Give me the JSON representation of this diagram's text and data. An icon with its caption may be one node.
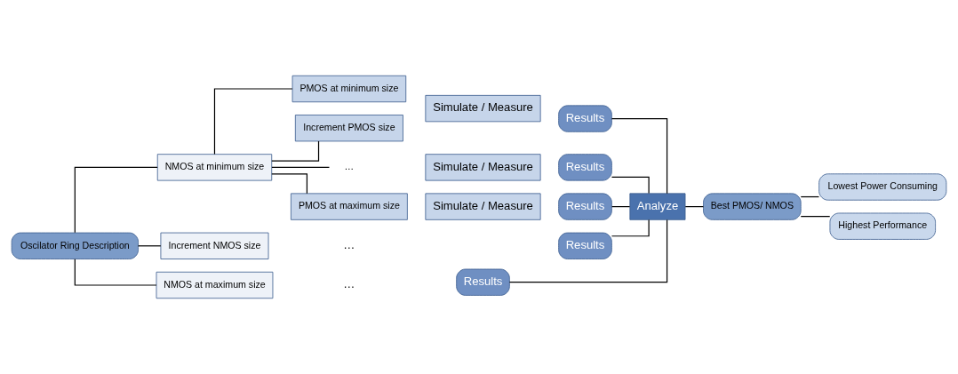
{
  "diagram": {
    "nodes": [
      {
        "text": [
          "Oscilator Ring Description"
        ]
      },
      {
        "text": [
          "NMOS at minimum size"
        ]
      },
      {
        "text": [
          "Increment NMOS size"
        ]
      },
      {
        "text": [
          "NMOS at maximum size"
        ]
      },
      {
        "text": [
          "PMOS at minimum size"
        ]
      },
      {
        "text": [
          "Increment PMOS size"
        ]
      },
      {
        "text": [
          "…"
        ]
      },
      {
        "text": [
          "PMOS at maximum size"
        ]
      },
      {
        "text": [
          "Simulate / Measure"
        ]
      },
      {
        "text": [
          "Simulate / Measure"
        ]
      },
      {
        "text": [
          "Simulate / Measure"
        ]
      },
      {
        "text": [
          "Results"
        ]
      },
      {
        "text": [
          "Results"
        ]
      },
      {
        "text": [
          "Results"
        ]
      },
      {
        "text": [
          "Results"
        ]
      },
      {
        "text": [
          "Results"
        ]
      },
      {
        "text": [
          "Analyze"
        ]
      },
      {
        "text": [
          "Best PMOS/ NMOS"
        ]
      },
      {
        "text": [
          "Lowest Power Consuming"
        ]
      },
      {
        "text": [
          "Highest Performance"
        ]
      }
    ],
    "edges": [
      {
        "from": 0,
        "to": 1,
        "arrow": "none"
      },
      {
        "from": 0,
        "to": 2,
        "arrow": "none"
      },
      {
        "from": 0,
        "to": 3,
        "arrow": "none"
      },
      {
        "from": 1,
        "to": 4,
        "arrow": "none"
      },
      {
        "from": 1,
        "to": 5,
        "arrow": "none"
      },
      {
        "from": 1,
        "to": 6,
        "arrow": "none"
      },
      {
        "from": 1,
        "to": 7,
        "arrow": "none"
      },
      {
        "from": 11,
        "to": 16,
        "arrow": "none"
      },
      {
        "from": 12,
        "to": 16,
        "arrow": "none"
      },
      {
        "from": 13,
        "to": 16,
        "arrow": "none"
      },
      {
        "from": 14,
        "to": 16,
        "arrow": "none"
      },
      {
        "from": 15,
        "to": 16,
        "arrow": "none"
      },
      {
        "from": 16,
        "to": 17,
        "arrow": "none"
      },
      {
        "from": 17,
        "to": 18,
        "arrow": "none"
      },
      {
        "from": 17,
        "to": 19,
        "arrow": "none"
      }
    ],
    "labels": [
      "…",
      "…"
    ]
  }
}
